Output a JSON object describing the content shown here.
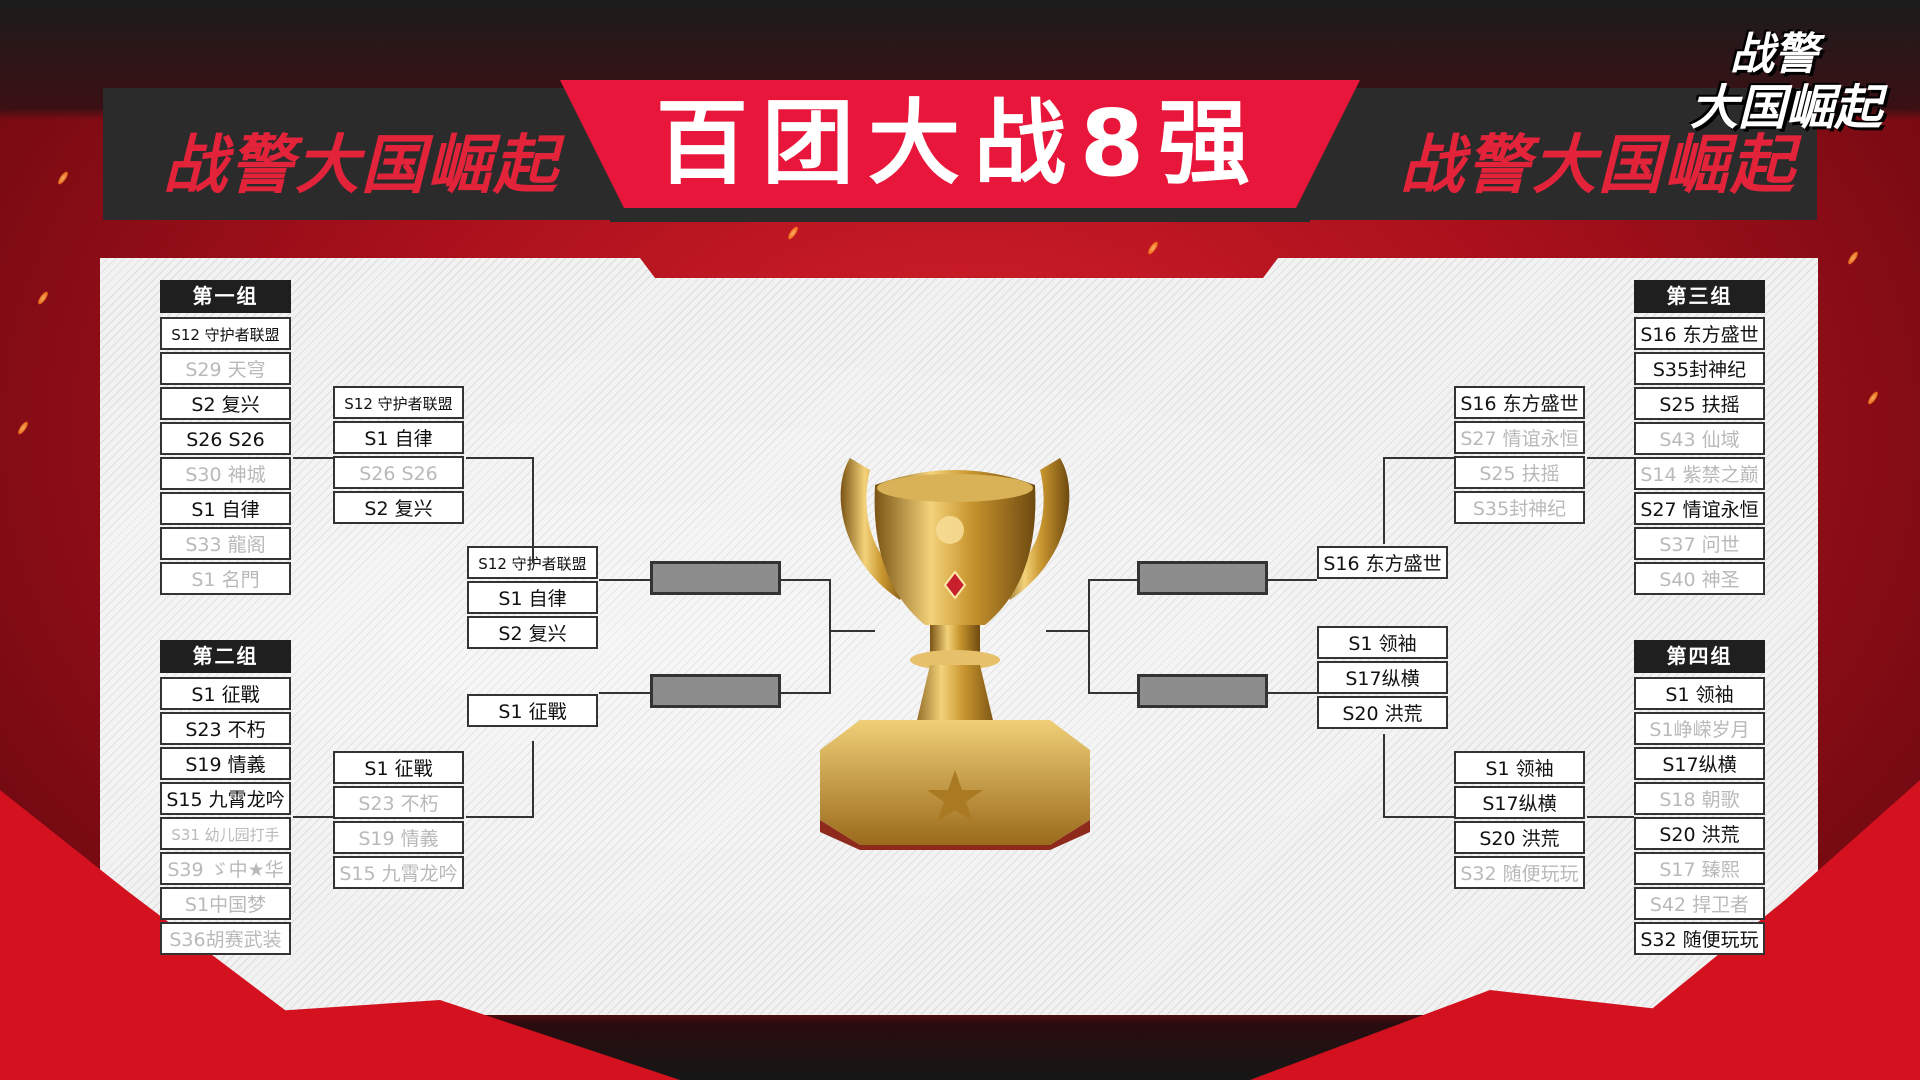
{
  "header": {
    "title": "百团大战8强",
    "brand_left": "战警大国崛起",
    "brand_right": "战警大国崛起",
    "logo_line1": "战警",
    "logo_line2": "大国崛起"
  },
  "colors": {
    "accent_red": "#e8163a",
    "dark": "#2b2b2b",
    "winner_text": "#111111",
    "eliminated_text": "#b9b9b9",
    "final_slot": "#8d8d8d"
  },
  "groups": {
    "g1": {
      "title": "第一组",
      "teams": [
        {
          "name": "S12 守护者联盟",
          "lost": false
        },
        {
          "name": "S29 天穹",
          "lost": true
        },
        {
          "name": "S2 复兴",
          "lost": false
        },
        {
          "name": "S26 S26",
          "lost": false
        },
        {
          "name": "S30 神城",
          "lost": true
        },
        {
          "name": "S1 自律",
          "lost": false
        },
        {
          "name": "S33 龍阁",
          "lost": true
        },
        {
          "name": "S1 名門",
          "lost": true
        }
      ],
      "round2": [
        {
          "name": "S12 守护者联盟",
          "lost": false
        },
        {
          "name": "S1 自律",
          "lost": false
        },
        {
          "name": "S26 S26",
          "lost": true
        },
        {
          "name": "S2 复兴",
          "lost": false
        }
      ]
    },
    "g2": {
      "title": "第二组",
      "teams": [
        {
          "name": "S1 征戰",
          "lost": false
        },
        {
          "name": "S23 不朽",
          "lost": false
        },
        {
          "name": "S19 情義",
          "lost": false
        },
        {
          "name": "S15 九霄龙吟",
          "lost": false
        },
        {
          "name": "S31 幼儿园打手",
          "lost": true
        },
        {
          "name": "S39 ゞ中★华",
          "lost": true
        },
        {
          "name": "S1中国梦",
          "lost": true
        },
        {
          "name": "S36胡赛武装",
          "lost": true
        }
      ],
      "round2": [
        {
          "name": "S1 征戰",
          "lost": false
        },
        {
          "name": "S23 不朽",
          "lost": true
        },
        {
          "name": "S19 情義",
          "lost": true
        },
        {
          "name": "S15 九霄龙吟",
          "lost": true
        }
      ]
    },
    "g3": {
      "title": "第三组",
      "teams": [
        {
          "name": "S16 东方盛世",
          "lost": false
        },
        {
          "name": "S35封神纪",
          "lost": false
        },
        {
          "name": "S25 扶摇",
          "lost": false
        },
        {
          "name": "S43 仙域",
          "lost": true
        },
        {
          "name": "S14 紫禁之巅",
          "lost": true
        },
        {
          "name": "S27 情谊永恒",
          "lost": false
        },
        {
          "name": "S37 问世",
          "lost": true
        },
        {
          "name": "S40 神圣",
          "lost": true
        }
      ],
      "round2": [
        {
          "name": "S16 东方盛世",
          "lost": false
        },
        {
          "name": "S27 情谊永恒",
          "lost": true
        },
        {
          "name": "S25 扶摇",
          "lost": true
        },
        {
          "name": "S35封神纪",
          "lost": true
        }
      ]
    },
    "g4": {
      "title": "第四组",
      "teams": [
        {
          "name": "S1 领袖",
          "lost": false
        },
        {
          "name": "S1峥嵘岁月",
          "lost": true
        },
        {
          "name": "S17纵横",
          "lost": false
        },
        {
          "name": "S18 朝歌",
          "lost": true
        },
        {
          "name": "S20 洪荒",
          "lost": false
        },
        {
          "name": "S17 臻熙",
          "lost": true
        },
        {
          "name": "S42 捍卫者",
          "lost": true
        },
        {
          "name": "S32 随便玩玩",
          "lost": false
        }
      ],
      "round2": [
        {
          "name": "S1 领袖",
          "lost": false
        },
        {
          "name": "S17纵横",
          "lost": false
        },
        {
          "name": "S20 洪荒",
          "lost": false
        },
        {
          "name": "S32 随便玩玩",
          "lost": true
        }
      ]
    }
  },
  "round3": {
    "left_top": [
      "S12 守护者联盟",
      "S1 自律",
      "S2 复兴"
    ],
    "left_bottom": [
      "S1 征戰"
    ],
    "right_top": [
      "S16 东方盛世"
    ],
    "right_bottom": [
      "S1 领袖",
      "S17纵横",
      "S20 洪荒"
    ]
  }
}
